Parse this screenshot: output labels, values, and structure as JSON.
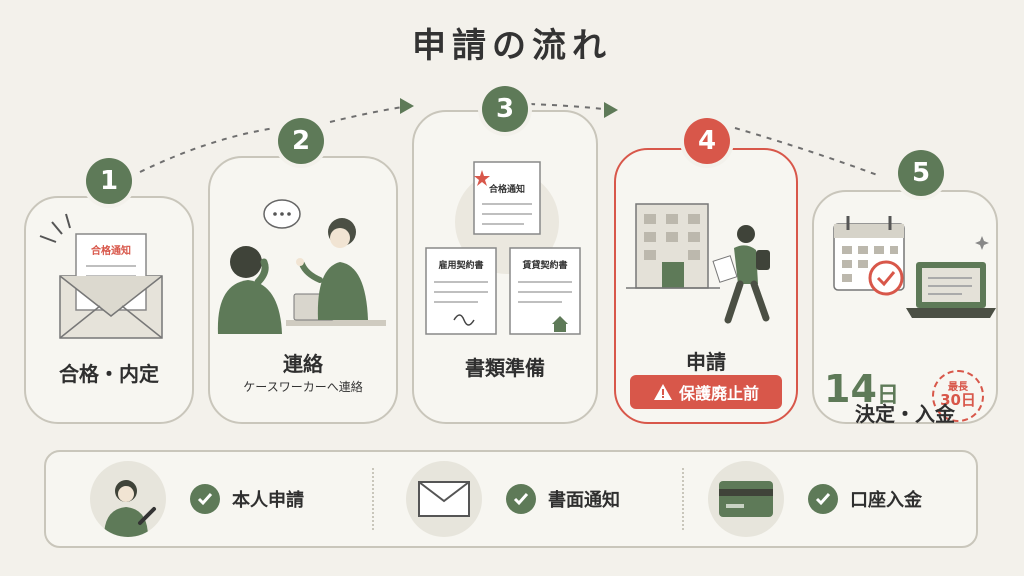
{
  "title": "申請の流れ",
  "steps": [
    {
      "number": "1",
      "label": "合格・内定",
      "doc_text": "合格通知"
    },
    {
      "number": "2",
      "label": "連絡",
      "sub": "ケースワーカーへ連絡"
    },
    {
      "number": "3",
      "label": "書類準備",
      "docs": [
        "合格通知",
        "雇用契約書",
        "賃貸契約書"
      ]
    },
    {
      "number": "4",
      "label": "申請",
      "badge": "保護廃止前"
    },
    {
      "number": "5",
      "label": "決定・入金",
      "days": "14",
      "days_unit": "日",
      "max_label": "最長",
      "max_value": "30日"
    }
  ],
  "features": [
    {
      "label": "本人申請",
      "icon": "person-writing-icon"
    },
    {
      "label": "書面通知",
      "icon": "envelope-icon"
    },
    {
      "label": "口座入金",
      "icon": "card-icon"
    }
  ],
  "colors": {
    "green": "#5e7a58",
    "red": "#d8574a",
    "border": "#c9c6bb",
    "background": "#f3f1eb"
  }
}
